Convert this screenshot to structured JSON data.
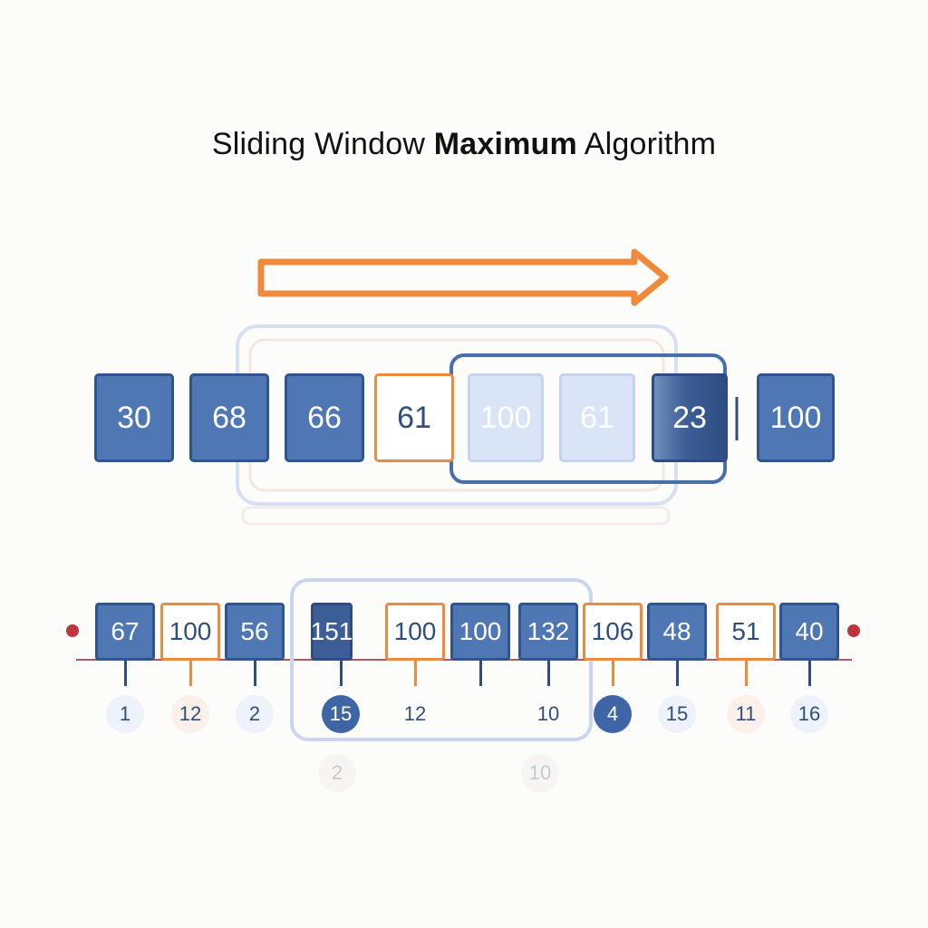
{
  "title": {
    "normal_start": "Sliding Window ",
    "bold": "Maximum",
    "normal_end": " Algorithm"
  },
  "top_array": [
    {
      "value": "30",
      "style": "solid"
    },
    {
      "value": "68",
      "style": "solid"
    },
    {
      "value": "66",
      "style": "solid"
    },
    {
      "value": "61",
      "style": "orange"
    },
    {
      "value": "100",
      "style": "light"
    },
    {
      "value": "61",
      "style": "light"
    },
    {
      "value": "23",
      "style": "dark"
    },
    {
      "value": "100",
      "style": "solid"
    }
  ],
  "bottom_array": [
    {
      "value": "67",
      "style": "solid",
      "index": "1",
      "index_style": "blue"
    },
    {
      "value": "100",
      "style": "orange",
      "index": "12",
      "index_style": "peach"
    },
    {
      "value": "56",
      "style": "solid",
      "index": "2",
      "index_style": "blue"
    },
    {
      "value": "151",
      "style": "dark",
      "index": "15",
      "index_style": "filled"
    },
    {
      "value": "100",
      "style": "orange",
      "index": "12",
      "index_style": "plain"
    },
    {
      "value": "100",
      "style": "solid",
      "index": "",
      "index_style": "none"
    },
    {
      "value": "132",
      "style": "solid",
      "index": "10",
      "index_style": "plain"
    },
    {
      "value": "106",
      "style": "orange",
      "index": "4",
      "index_style": "filled"
    },
    {
      "value": "48",
      "style": "solid",
      "index": "15",
      "index_style": "blue"
    },
    {
      "value": "51",
      "style": "orange",
      "index": "11",
      "index_style": "peach"
    },
    {
      "value": "40",
      "style": "solid",
      "index": "16",
      "index_style": "blue"
    }
  ],
  "faint_indices": [
    "2",
    "10"
  ],
  "colors": {
    "primary_blue": "#4f77b3",
    "dark_blue": "#2e4c83",
    "accent_orange": "#ef8a3c",
    "marker_red": "#c0343b",
    "window_outline": "#c9d6ee"
  }
}
